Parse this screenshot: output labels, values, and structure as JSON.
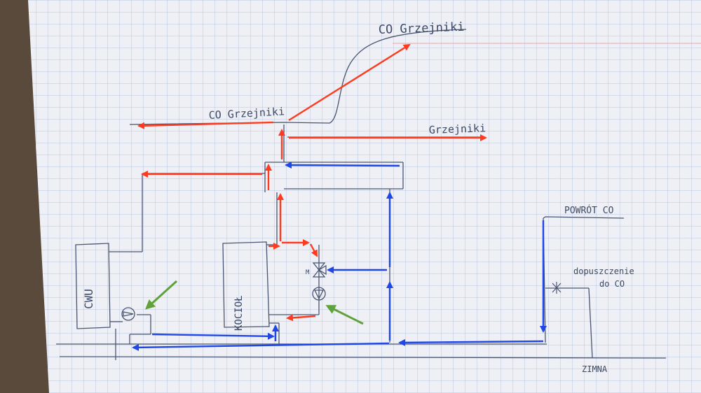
{
  "labels": {
    "grzejniki_top": "CO Grzejniki",
    "grzejniki_mid": "CO Grzejniki",
    "grzejniki_right": "Grzejniki",
    "cwu": "CWU",
    "kociol": "KOCIOŁ",
    "powrot": "POWRÓT CO",
    "dopuszczenie_1": "dopuszczenie",
    "dopuszczenie_2": "do CO",
    "zimna": "ZIMNA",
    "valve_m": "M"
  },
  "colors": {
    "paper": "#eef0f6",
    "grid": "#b9c6de",
    "pencil": "#4a5572",
    "hot": "#ff3b1f",
    "cold": "#1f46e6",
    "pump_arrow": "#5fa23a",
    "table": "#5a4a3c"
  },
  "icons": {
    "pump": "pump-icon",
    "valve": "three-way-valve-icon",
    "green_arrow": "arrow-icon"
  }
}
